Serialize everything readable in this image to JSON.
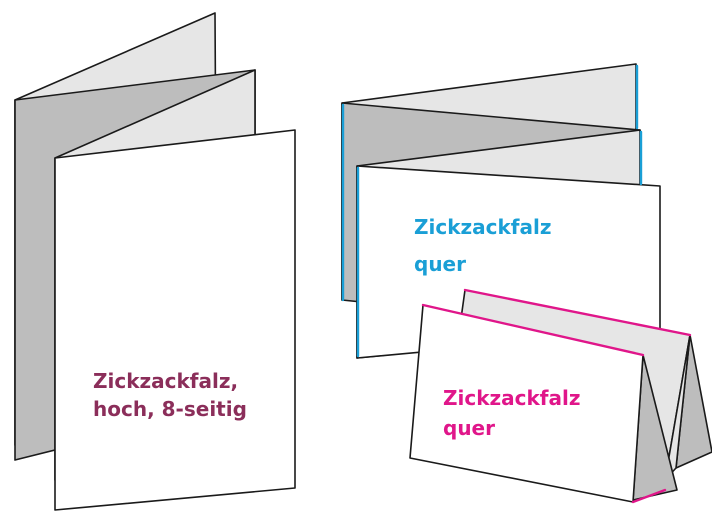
{
  "colors": {
    "outline": "#1a1a1a",
    "panel_white": "#ffffff",
    "panel_gray": "#bdbdbd",
    "panel_light": "#e6e6e6",
    "accent_burgundy": "#8b2e5a",
    "accent_cyan": "#1a9fd6",
    "accent_magenta": "#e0168a"
  },
  "labels": {
    "portrait_line1": "Zickzackfalz,",
    "portrait_line2": "hoch, 8-seitig",
    "landscape_line1": "Zickzackfalz",
    "landscape_line2": "quer",
    "small_line1": "Zickzackfalz",
    "small_line2": "quer"
  }
}
